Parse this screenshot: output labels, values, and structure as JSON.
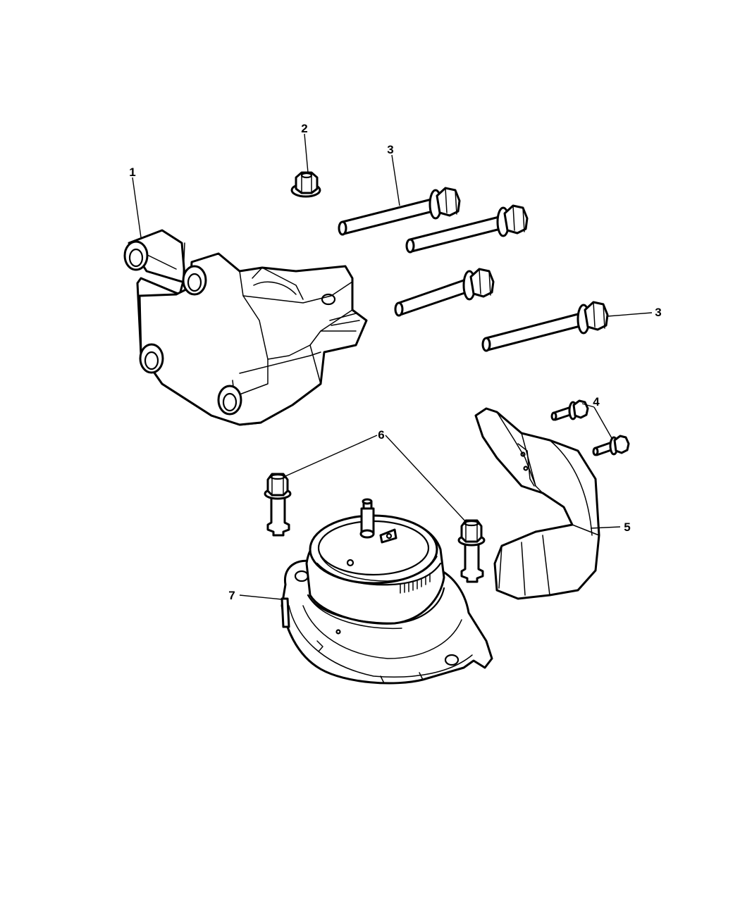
{
  "callouts": [
    {
      "id": "c1",
      "label": "1"
    },
    {
      "id": "c2",
      "label": "2"
    },
    {
      "id": "c3a",
      "label": "3"
    },
    {
      "id": "c3b",
      "label": "3"
    },
    {
      "id": "c4",
      "label": "4"
    },
    {
      "id": "c5",
      "label": "5"
    },
    {
      "id": "c6",
      "label": "6"
    },
    {
      "id": "c7",
      "label": "7"
    }
  ],
  "colors": {
    "ink": "#000000",
    "paper": "#ffffff"
  }
}
